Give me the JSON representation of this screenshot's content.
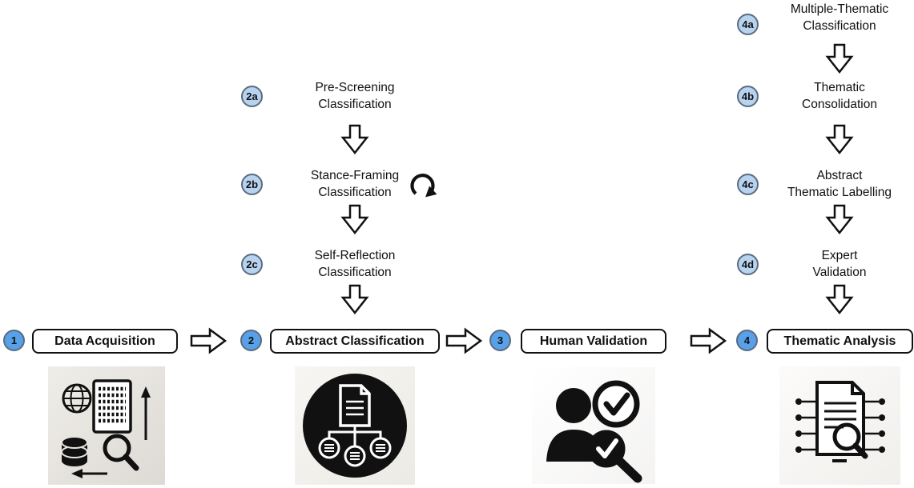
{
  "pipeline": {
    "stages": [
      {
        "number": "1",
        "label": "Data Acquisition"
      },
      {
        "number": "2",
        "label": "Abstract Classification"
      },
      {
        "number": "3",
        "label": "Human Validation"
      },
      {
        "number": "4",
        "label": "Thematic Analysis"
      }
    ],
    "stage2_substeps": [
      {
        "number": "2a",
        "lines": [
          "Pre-Screening",
          "Classification"
        ]
      },
      {
        "number": "2b",
        "lines": [
          "Stance-Framing",
          "Classification"
        ],
        "has_loop": true
      },
      {
        "number": "2c",
        "lines": [
          "Self-Reflection",
          "Classification"
        ]
      }
    ],
    "stage4_substeps": [
      {
        "number": "4a",
        "lines": [
          "Multiple-Thematic",
          "Classification"
        ]
      },
      {
        "number": "4b",
        "lines": [
          "Thematic",
          "Consolidation"
        ]
      },
      {
        "number": "4c",
        "lines": [
          "Abstract",
          "Thematic Labelling"
        ]
      },
      {
        "number": "4d",
        "lines": [
          "Expert",
          "Validation"
        ]
      }
    ],
    "icons": [
      {
        "name": "data-acquisition-icon"
      },
      {
        "name": "abstract-classification-icon"
      },
      {
        "name": "human-validation-icon"
      },
      {
        "name": "thematic-analysis-icon"
      }
    ],
    "colors": {
      "main_badge_fill": "#58a0e8",
      "sub_badge_fill": "#b7d3f0",
      "badge_border": "#5a6b80",
      "box_border": "#111111",
      "arrow_fill": "#ffffff",
      "arrow_stroke": "#111111"
    }
  }
}
